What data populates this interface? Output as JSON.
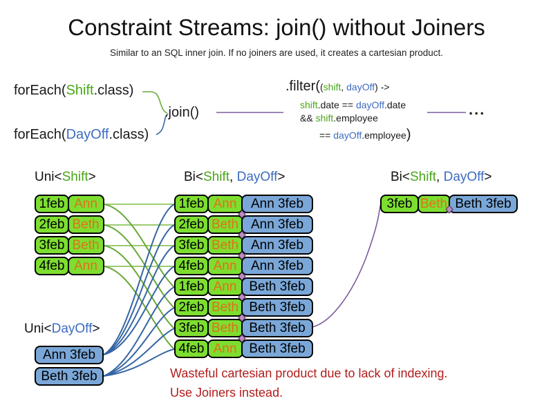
{
  "page": {
    "title": "Constraint Streams: join() without Joiners",
    "subtitle": "Similar to an SQL inner join. If no joiners are used, it creates a cartesian product."
  },
  "code": {
    "foreach_shift": {
      "pre": "forEach(",
      "cls": "Shift",
      "post": ".class)"
    },
    "foreach_dayoff": {
      "pre": "forEach(",
      "cls": "DayOff",
      "post": ".class)"
    },
    "join": ".join()",
    "filter": {
      "l1": {
        "big": ".filter(",
        "p1": "(",
        "shift": "shift",
        "comma": ", ",
        "dayoff": "dayOff",
        "p2": ") ->"
      },
      "l2": {
        "shift": "shift",
        "mid": ".date == ",
        "dayoff": "dayOff",
        "end": ".date"
      },
      "l3": {
        "amp": "&& ",
        "shift": "shift",
        "end": ".employee"
      },
      "l4": {
        "eq": "== ",
        "dayoff": "dayOff",
        "mid": ".employee",
        "close": ")"
      }
    },
    "ellipsis": "..."
  },
  "labels": {
    "uni_shift": {
      "pre": "Uni<",
      "name": "Shift",
      "post": ">"
    },
    "bi_mid": {
      "pre": "Bi<",
      "shift": "Shift",
      "comma": ", ",
      "dayoff": "DayOff",
      "post": ">"
    },
    "bi_right": {
      "pre": "Bi<",
      "shift": "Shift",
      "comma": ", ",
      "dayoff": "DayOff",
      "post": ">"
    },
    "uni_dayoff": {
      "pre": "Uni<",
      "name": "DayOff",
      "post": ">"
    }
  },
  "shifts": [
    {
      "date": "1feb",
      "employee": "Ann"
    },
    {
      "date": "2feb",
      "employee": "Beth"
    },
    {
      "date": "3feb",
      "employee": "Beth"
    },
    {
      "date": "4feb",
      "employee": "Ann"
    }
  ],
  "dayoffs": [
    "Ann 3feb",
    "Beth 3feb"
  ],
  "joined": [
    {
      "date": "1feb",
      "employee": "Ann",
      "dayoff": "Ann 3feb"
    },
    {
      "date": "2feb",
      "employee": "Beth",
      "dayoff": "Ann 3feb"
    },
    {
      "date": "3feb",
      "employee": "Beth",
      "dayoff": "Ann 3feb"
    },
    {
      "date": "4feb",
      "employee": "Ann",
      "dayoff": "Ann 3feb"
    },
    {
      "date": "1feb",
      "employee": "Ann",
      "dayoff": "Beth 3feb"
    },
    {
      "date": "2feb",
      "employee": "Beth",
      "dayoff": "Beth 3feb"
    },
    {
      "date": "3feb",
      "employee": "Beth",
      "dayoff": "Beth 3feb"
    },
    {
      "date": "4feb",
      "employee": "Ann",
      "dayoff": "Beth 3feb"
    }
  ],
  "matched": {
    "date": "3feb",
    "employee": "Beth",
    "dayoff": "Beth 3feb"
  },
  "warning": {
    "line1": "Wasteful cartesian product due to lack of indexing.",
    "line2": "Use Joiners instead."
  },
  "colors": {
    "shift_green_text": "#48A618",
    "dayoff_blue_text": "#3D6BBF",
    "box_green": "#7DDE30",
    "box_blue": "#7AA7D8",
    "employee_orange": "#E0701A",
    "warning_red": "#B21C1C",
    "line_green": "#69A839",
    "line_green_light": "#9CCB70",
    "line_blue": "#3465A4",
    "line_purple": "#7D5C9E"
  }
}
